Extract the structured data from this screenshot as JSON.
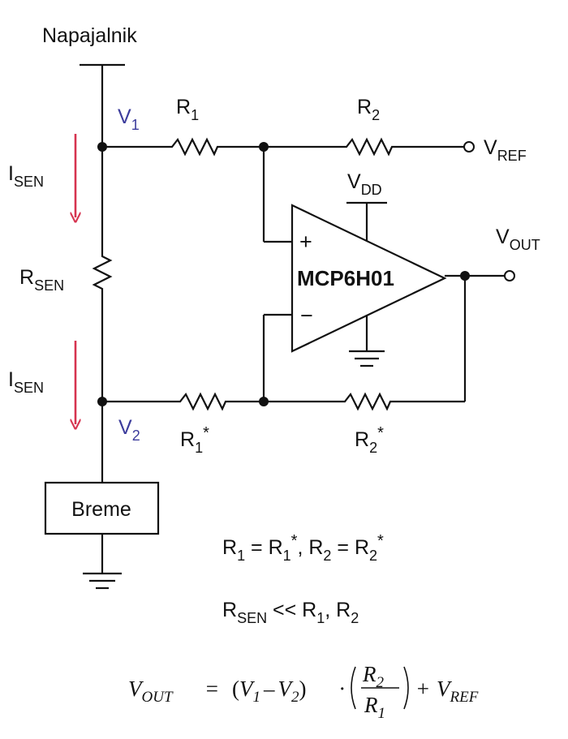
{
  "colors": {
    "wire": "#111111",
    "arrow": "#d63450",
    "node_label": "#3c3c9c",
    "background": "#ffffff"
  },
  "supply_label": "Napajalnik",
  "load_label": "Breme",
  "opamp_label": "MCP6H01",
  "opamp_pins": {
    "plus": "+",
    "minus": "−"
  },
  "nodes": {
    "v1": {
      "base": "V",
      "sub": "1"
    },
    "v2": {
      "base": "V",
      "sub": "2"
    }
  },
  "resistors": {
    "r1": {
      "base": "R",
      "sub": "1"
    },
    "r2": {
      "base": "R",
      "sub": "2"
    },
    "r1s": {
      "base": "R",
      "sub": "1",
      "sup": "*"
    },
    "r2s": {
      "base": "R",
      "sub": "2",
      "sup": "*"
    },
    "rsen": {
      "base": "R",
      "sub": "SEN"
    }
  },
  "current": {
    "base": "I",
    "sub": "SEN"
  },
  "terminals": {
    "vref": {
      "base": "V",
      "sub": "REF"
    },
    "vdd": {
      "base": "V",
      "sub": "DD"
    },
    "vout": {
      "base": "V",
      "sub": "OUT"
    }
  },
  "equations": {
    "eq1": {
      "a": "R",
      "a_sub": "1",
      "eq": " = ",
      "b": "R",
      "b_sub": "1",
      "b_sup": "*",
      "sep": ", ",
      "c": "R",
      "c_sub": "2",
      "eq2": " = ",
      "d": "R",
      "d_sub": "2",
      "d_sup": "*"
    },
    "eq2": {
      "a": "R",
      "a_sub": "SEN",
      "op": " << ",
      "b": "R",
      "b_sub": "1",
      "sep": ", ",
      "c": "R",
      "c_sub": "2"
    },
    "eq3": {
      "lhs": "V",
      "lhs_sub": "OUT",
      "eq": "=",
      "open": "(",
      "v1": "V",
      "v1_sub": "1",
      "minus": "–",
      "v2": "V",
      "v2_sub": "2",
      "close": ")",
      "dot": "·",
      "num": "R",
      "num_sub": "2",
      "den": "R",
      "den_sub": "1",
      "plus": "+",
      "ref": "V",
      "ref_sub": "REF"
    }
  }
}
